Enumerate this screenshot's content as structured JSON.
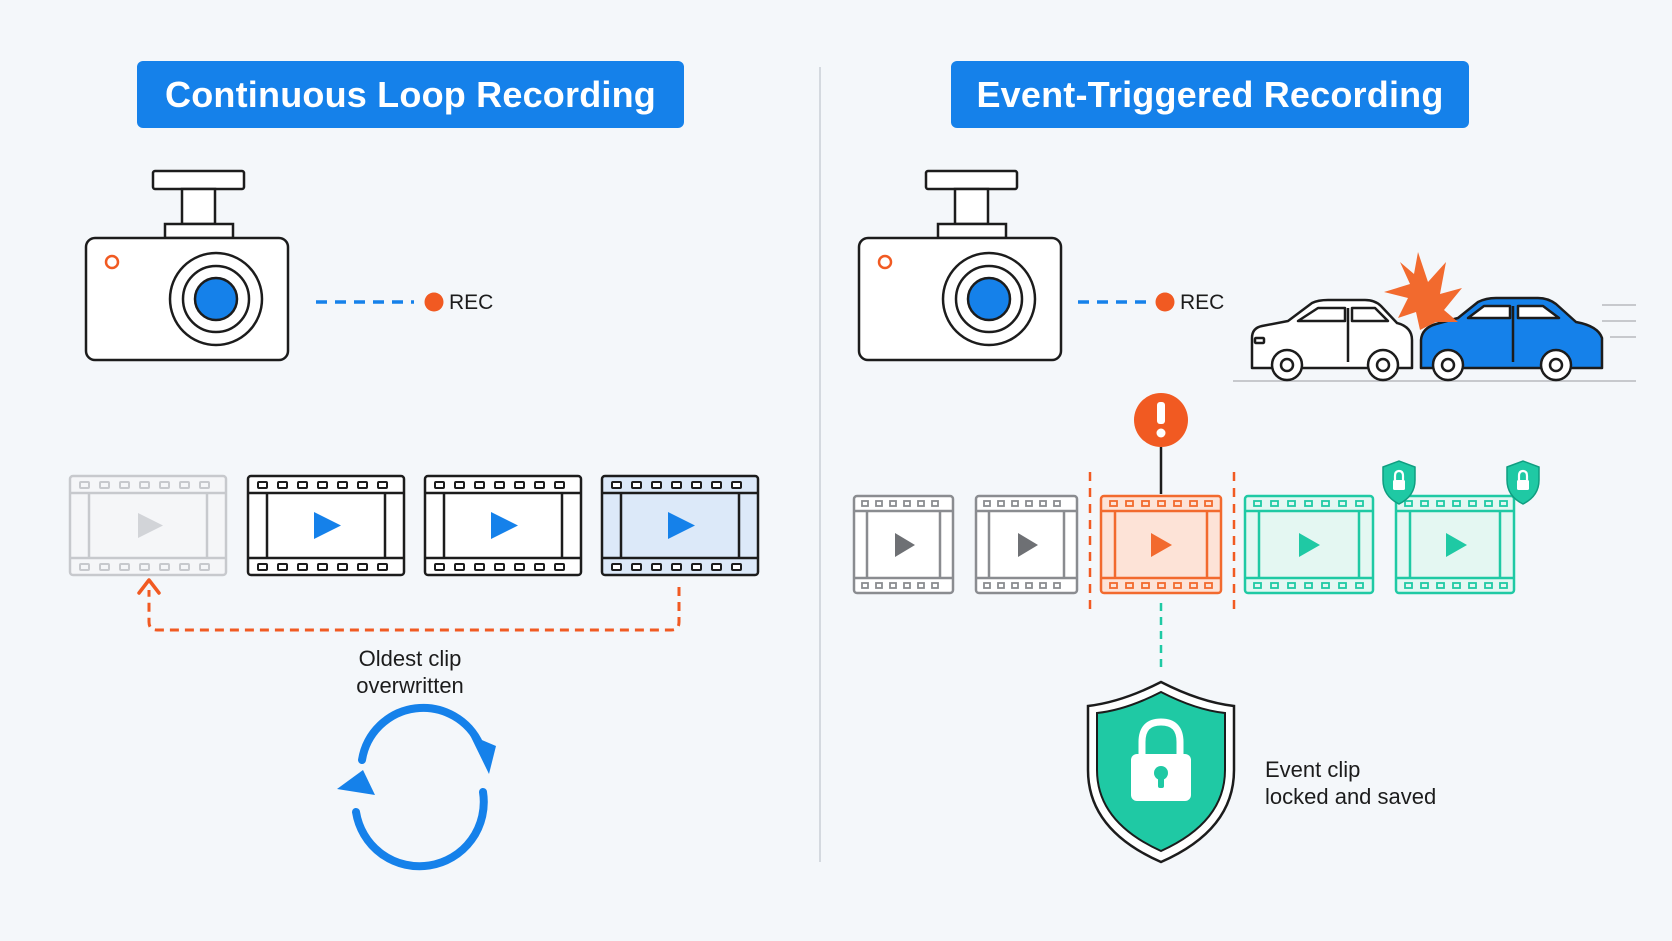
{
  "left_panel": {
    "title": "Continuous Loop Recording",
    "rec_label": "REC",
    "caption_line1": "Oldest clip",
    "caption_line2": "overwritten"
  },
  "right_panel": {
    "title": "Event-Triggered Recording",
    "rec_label": "REC",
    "caption_line1": "Event clip",
    "caption_line2": "locked and saved"
  },
  "colors": {
    "accent_blue": "#1581ea",
    "rec_orange": "#f15a22",
    "event_orange": "#f26a2e",
    "locked_teal": "#1fc9a4",
    "outline": "#1c1c1c"
  }
}
